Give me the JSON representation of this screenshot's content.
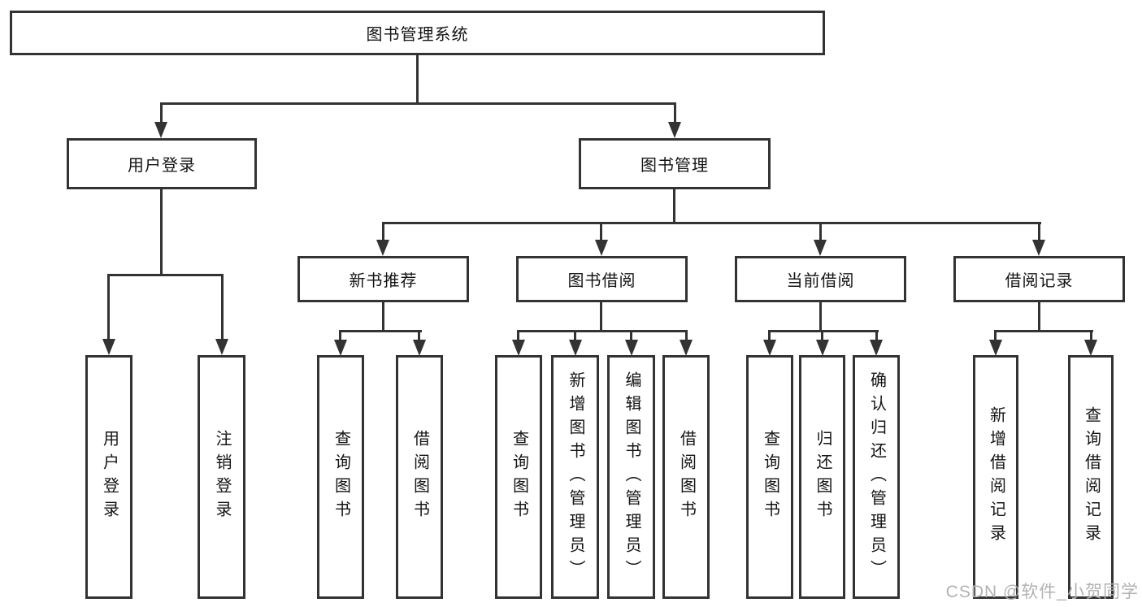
{
  "diagram_title": "图书管理系统",
  "tree": {
    "label": "图书管理系统",
    "children": [
      {
        "label": "用户登录",
        "children": [
          {
            "label": "用户登录"
          },
          {
            "label": "注销登录"
          }
        ]
      },
      {
        "label": "图书管理",
        "children": [
          {
            "label": "新书推荐",
            "children": [
              {
                "label": "查询图书"
              },
              {
                "label": "借阅图书"
              }
            ]
          },
          {
            "label": "图书借阅",
            "children": [
              {
                "label": "查询图书"
              },
              {
                "label": "新增图书（管理员）"
              },
              {
                "label": "编辑图书（管理员）"
              },
              {
                "label": "借阅图书"
              }
            ]
          },
          {
            "label": "当前借阅",
            "children": [
              {
                "label": "查询图书"
              },
              {
                "label": "归还图书"
              },
              {
                "label": "确认归还（管理员）"
              }
            ]
          },
          {
            "label": "借阅记录",
            "children": [
              {
                "label": "新增借阅记录"
              },
              {
                "label": "查询借阅记录"
              }
            ]
          }
        ]
      }
    ]
  },
  "colors": {
    "line": "#333333",
    "text": "#141414",
    "watermark": "#b2b2b2"
  },
  "watermark": "CSDN @软件_小贺同学"
}
